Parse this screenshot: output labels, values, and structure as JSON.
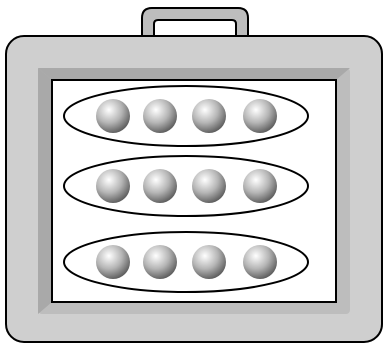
{
  "diagram": {
    "subject": "case-with-handle",
    "rows": [
      {
        "id": "row-1",
        "items": 4
      },
      {
        "id": "row-2",
        "items": 4
      },
      {
        "id": "row-3",
        "items": 4
      }
    ],
    "colors": {
      "outline": "#000000",
      "case_fill": "#cfcfcf",
      "case_inner_frame": "#bdbdbd",
      "inner_bevel": "#a9a9a9",
      "panel_fill": "#ffffff",
      "handle_fill": "#bdbdbd",
      "sphere_light": "#ffffff",
      "sphere_mid": "#b5b5b5",
      "sphere_dark": "#5e5e5e"
    }
  }
}
